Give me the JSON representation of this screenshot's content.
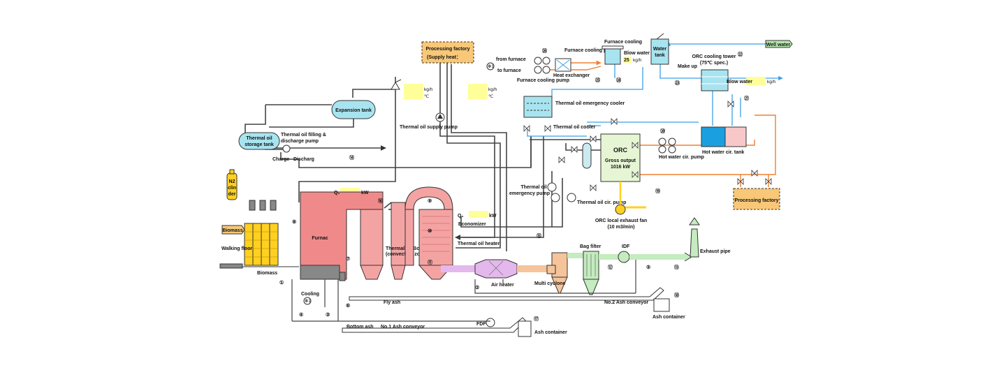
{
  "labels": {
    "processing_factory_top": "Processing factory",
    "supply_heat": "(Supply heat：",
    "unit_kgh": "kg/h",
    "unit_c": "℃",
    "unit_kw": "kW",
    "expansion_tank": "Expansion tank",
    "thermal_oil_storage_tank_1": "Thermal oil",
    "thermal_oil_storage_tank_2": "storage tank",
    "filling_pump_1": "Thermal oil filling &",
    "filling_pump_2": "discharge pump",
    "charge": "Charge",
    "discharg": "Discharg",
    "n2_1": "N2",
    "n2_2": "clin",
    "n2_3": "der",
    "supply_pump": "Thermal oil supply pump",
    "from_furnace": "from furnace",
    "to_furnace": "to furnace",
    "furnace_cooling_pump_top": "Furnace cooling pump",
    "furnace_cooling_pump_bottom": "Furnace cooling pump",
    "heat_exchanger": "Heat exchanger",
    "furnace_cooling": "Furnace cooling",
    "blow_water": "Blow water",
    "blow_water_value": "25",
    "water_tank_1": "Water",
    "water_tank_2": "tank",
    "well_water": "Well water",
    "orc_cooling_tower_1": "ORC cooling tower",
    "orc_cooling_tower_2": "(75℃ spec.)",
    "make_up": "Make up",
    "blow_water_2": "Blow water",
    "emergency_cooler": "Thermal oil emergency cooler",
    "thermal_oil_cooler": "Thermal oil cooler",
    "orc": "ORC",
    "gross_output_1": "Gross output",
    "gross_output_2": "1016  kW",
    "hot_water_pump": "Hot water cir. pump",
    "hot_water_tank": "Hot water cir. tank",
    "processing_factory_right": "Processing factory",
    "emergency_pump_1": "Thermal oil",
    "emergency_pump_2": "emergency pump",
    "cir_pump": "Thermal oil cir. pump",
    "exhaust_fan_1": "ORC local exhaust fan",
    "exhaust_fan_2": "(10 m3/min)",
    "q1": "Q₁",
    "q2": "Q₂",
    "biomass_tag": "Biomass",
    "walking_floor": "Walking floor",
    "biomass": "Biomass",
    "furnace": "Furnac",
    "boiler_1": "Thermal oil Boiler",
    "boiler_2": "(convection zone)",
    "economizer": "Economizer",
    "thermal_oil_heater": "Thermal oil heater",
    "air_heater": "Air heater",
    "multi_cyclone": "Multi cyclone",
    "bag_filter": "Bag filter",
    "idf": "IDF",
    "exhaust_pipe": "Exhaust pipe",
    "cooling": "Cooling",
    "fly_ash": "Fly ash",
    "no2_conveyor": "No.2 Ash conveyor",
    "ash_container_right": "Ash container",
    "bottom_ash": "Bottom ash",
    "no1_conveyor": "No.1 Ash conveyor",
    "fdf": "FDF",
    "ash_container_bottom": "Ash container",
    "star1": "✻1"
  },
  "numbers": {
    "n1": "①",
    "n2": "②",
    "n3": "③",
    "n4": "④",
    "n5": "⑤",
    "n6": "⑥",
    "n7": "⑦",
    "n8": "⑧",
    "n9": "⑨",
    "n10": "⑩",
    "n11": "⑪",
    "n12": "⑫",
    "n13": "⑬",
    "n14": "⑭",
    "n15": "⑮",
    "n16": "⑯",
    "n17": "⑰",
    "n18": "⑱",
    "n19": "⑲",
    "n20": "⑳",
    "n21": "㉑",
    "n22": "㉒",
    "n23": "㉓",
    "n24": "㉔",
    "n25": "㉕",
    "n26": "㉖"
  },
  "colors": {
    "furnace": "#f08a8a",
    "boiler": "#f4a3a3",
    "air_heater": "#e4b8ec",
    "cyclone": "#f5c49a",
    "bag_filter": "#c4ecbf",
    "duct_green": "#b8e8b0",
    "cooler_blue": "#a8e4f0",
    "orc_green": "#e6f6d4",
    "processing": "#f8c878",
    "highlight": "#ffff99",
    "biomass_yellow": "#ffd020",
    "hot_water_blue": "#1aa0e0",
    "hot_water_pink": "#f8c8c8",
    "water_line": "#3aa0e8",
    "hot_line": "#f08030"
  }
}
